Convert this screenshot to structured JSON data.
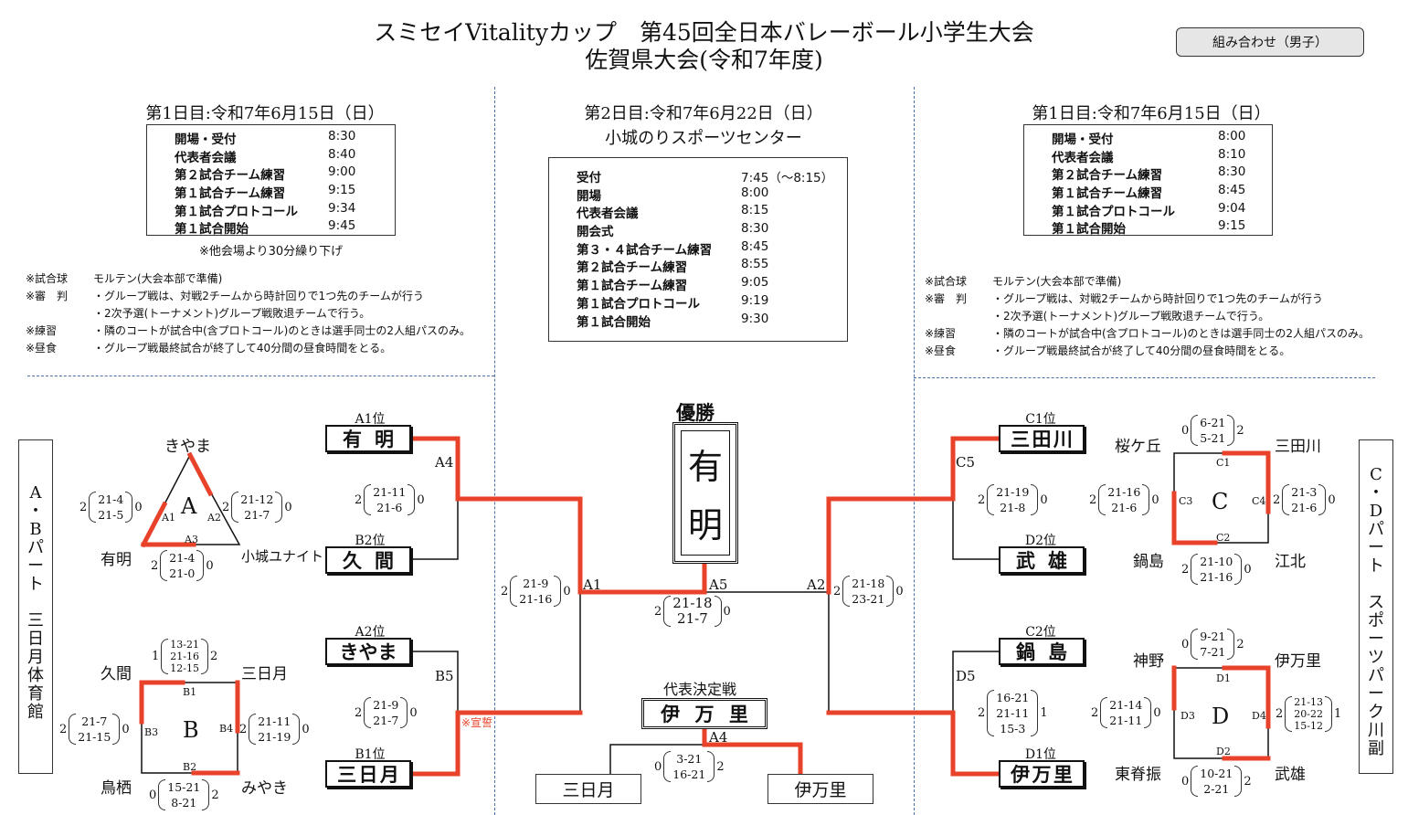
{
  "header": {
    "title_line1": "スミセイVitalityカップ　第45回全日本バレーボール小学生大会",
    "title_line2": "佐賀県大会(令和7年度)",
    "badge": "組み合わせ（男子）"
  },
  "left_day": {
    "heading": "第1日目:令和7年6月15日（日）",
    "schedule": [
      {
        "k": "開場・受付",
        "v": "8:30"
      },
      {
        "k": "代表者会議",
        "v": "8:40"
      },
      {
        "k": "第２試合チーム練習",
        "v": "9:00"
      },
      {
        "k": "第１試合チーム練習",
        "v": "9:15"
      },
      {
        "k": "第１試合プロトコール",
        "v": "9:34"
      },
      {
        "k": "第１試合開始",
        "v": "9:45"
      }
    ],
    "note": "※他会場より30分繰り下げ",
    "rules": [
      {
        "k": "※試合球",
        "v": "モルテン(大会本部で準備)"
      },
      {
        "k": "※審　判",
        "v": "・グループ戦は、対戦2チームから時計回りで1つ先のチームが行う"
      },
      {
        "k": "",
        "v": "・2次予選(トーナメント)グループ戦敗退チームで行う。"
      },
      {
        "k": "※練習",
        "v": "・隣のコートが試合中(含プロトコール)のときは選手同士の2人組パスのみ。"
      },
      {
        "k": "※昼食",
        "v": "・グループ戦最終試合が終了して40分間の昼食時間をとる。"
      }
    ]
  },
  "center_day": {
    "heading": "第2日目:令和7年6月22日（日）",
    "venue": "小城のりスポーツセンター",
    "schedule": [
      {
        "k": "受付",
        "v": "7:45（～8:15）"
      },
      {
        "k": "開場",
        "v": "8:00"
      },
      {
        "k": "代表者会議",
        "v": "8:15"
      },
      {
        "k": "開会式",
        "v": "8:30"
      },
      {
        "k": "第３・４試合チーム練習",
        "v": "8:45"
      },
      {
        "k": "第２試合チーム練習",
        "v": "8:55"
      },
      {
        "k": "第１試合チーム練習",
        "v": "9:05"
      },
      {
        "k": "第１試合プロトコール",
        "v": "9:19"
      },
      {
        "k": "第１試合開始",
        "v": "9:30"
      }
    ]
  },
  "right_day": {
    "heading": "第1日目:令和7年6月15日（日）",
    "schedule": [
      {
        "k": "開場・受付",
        "v": "8:00"
      },
      {
        "k": "代表者会議",
        "v": "8:10"
      },
      {
        "k": "第２試合チーム練習",
        "v": "8:30"
      },
      {
        "k": "第１試合チーム練習",
        "v": "8:45"
      },
      {
        "k": "第１試合プロトコール",
        "v": "9:04"
      },
      {
        "k": "第１試合開始",
        "v": "9:15"
      }
    ],
    "rules": [
      {
        "k": "※試合球",
        "v": "モルテン(大会本部で準備)"
      },
      {
        "k": "※審　判",
        "v": "・グループ戦は、対戦2チームから時計回りで1つ先のチームが行う"
      },
      {
        "k": "",
        "v": "・2次予選(トーナメント)グループ戦敗退チームで行う。"
      },
      {
        "k": "※練習",
        "v": "・隣のコートが試合中(含プロトコール)のときは選手同士の2人組パスのみ。"
      },
      {
        "k": "※昼食",
        "v": "・グループ戦最終試合が終了して40分間の昼食時間をとる。"
      }
    ]
  },
  "venues": {
    "left": [
      "A",
      "・",
      "B",
      "パ",
      "ー",
      "ト",
      "",
      "三",
      "日",
      "月",
      "体",
      "育",
      "館"
    ],
    "right": [
      "C",
      "・",
      "D",
      "パ",
      "ー",
      "ト",
      "",
      "ス",
      "ポ",
      "ー",
      "ツ",
      "パ",
      "ー",
      "ク",
      "川",
      "副"
    ]
  },
  "groupA": {
    "label": "A",
    "top": "きやま",
    "left": "有明",
    "right": "小城ユナイト",
    "a1": "A1",
    "a2": "A2",
    "a3": "A3",
    "s_left": {
      "l": "2",
      "sets": [
        "21-4",
        "21-5"
      ],
      "r": "0"
    },
    "s_right": {
      "l": "2",
      "sets": [
        "21-12",
        "21-7"
      ],
      "r": "0"
    },
    "s_bottom": {
      "l": "2",
      "sets": [
        "21-4",
        "21-0"
      ],
      "r": "0"
    }
  },
  "groupB": {
    "label": "B",
    "tl": "久間",
    "tr": "三日月",
    "bl": "鳥栖",
    "br": "みやき",
    "b1": "B1",
    "b2": "B2",
    "b3": "B3",
    "b4": "B4",
    "s_top": {
      "l": "1",
      "sets": [
        "13-21",
        "21-16",
        "12-15"
      ],
      "r": "2"
    },
    "s_left": {
      "l": "2",
      "sets": [
        "21-7",
        "21-15"
      ],
      "r": "0"
    },
    "s_right": {
      "l": "2",
      "sets": [
        "21-11",
        "21-19"
      ],
      "r": "0"
    },
    "s_bottom": {
      "l": "0",
      "sets": [
        "15-21",
        "8-21"
      ],
      "r": "2"
    }
  },
  "groupC": {
    "label": "C",
    "tl": "桜ケ丘",
    "tr": "三田川",
    "bl": "鍋島",
    "br": "江北",
    "c1": "C1",
    "c2": "C2",
    "c3": "C3",
    "c4": "C4",
    "s_top": {
      "l": "0",
      "sets": [
        "6-21",
        "5-21"
      ],
      "r": "2"
    },
    "s_left": {
      "l": "2",
      "sets": [
        "21-16",
        "21-6"
      ],
      "r": "0"
    },
    "s_right": {
      "l": "2",
      "sets": [
        "21-3",
        "21-6"
      ],
      "r": "0"
    },
    "s_bottom": {
      "l": "2",
      "sets": [
        "21-10",
        "21-16"
      ],
      "r": "0"
    }
  },
  "groupD": {
    "label": "D",
    "tl": "神野",
    "tr": "伊万里",
    "bl": "東脊振",
    "br": "武雄",
    "d1": "D1",
    "d2": "D2",
    "d3": "D3",
    "d4": "D4",
    "s_top": {
      "l": "0",
      "sets": [
        "9-21",
        "7-21"
      ],
      "r": "2"
    },
    "s_left": {
      "l": "2",
      "sets": [
        "21-14",
        "21-11"
      ],
      "r": "0"
    },
    "s_right": {
      "l": "2",
      "sets": [
        "21-13",
        "20-22",
        "15-12"
      ],
      "r": "1"
    },
    "s_bottom": {
      "l": "0",
      "sets": [
        "10-21",
        "2-21"
      ],
      "r": "2"
    }
  },
  "bracket": {
    "a1rank": "A1位",
    "a1team": [
      "有",
      "明"
    ],
    "b2rank": "B2位",
    "b2team": [
      "久",
      "間"
    ],
    "a2rank": "A2位",
    "a2team": [
      "きやま"
    ],
    "b1rank": "B1位",
    "b1team": [
      "三",
      "日",
      "月"
    ],
    "c1rank": "C1位",
    "c1team": [
      "三",
      "田",
      "川"
    ],
    "d2rank": "D2位",
    "d2team": [
      "武",
      "雄"
    ],
    "c2rank": "C2位",
    "c2team": [
      "鍋",
      "島"
    ],
    "d1rank": "D1位",
    "d1team": [
      "伊",
      "万",
      "里"
    ],
    "m_a4": "A4",
    "m_b5": "B5",
    "m_c5": "C5",
    "m_d5": "D5",
    "m_a1": "A1",
    "m_a2": "A2",
    "m_a5": "A5",
    "m_a4b": "A4",
    "s_a4": {
      "l": "2",
      "sets": [
        "21-11",
        "21-6"
      ],
      "r": "0"
    },
    "s_b5": {
      "l": "2",
      "sets": [
        "21-9",
        "21-7"
      ],
      "r": "0"
    },
    "s_c5": {
      "l": "2",
      "sets": [
        "21-19",
        "21-8"
      ],
      "r": "0"
    },
    "s_d5": {
      "l": "2",
      "sets": [
        "16-21",
        "21-11",
        "15-3"
      ],
      "r": "1"
    },
    "s_a1": {
      "l": "2",
      "sets": [
        "21-9",
        "21-16"
      ],
      "r": "0"
    },
    "s_a2": {
      "l": "2",
      "sets": [
        "21-18",
        "23-21"
      ],
      "r": "0"
    },
    "s_final": {
      "l": "2",
      "sets": [
        "21-18",
        "21-7"
      ],
      "r": "0"
    },
    "s_rep": {
      "l": "0",
      "sets": [
        "3-21",
        "16-21"
      ],
      "r": "2"
    },
    "referee_note": "※宣誓",
    "champion_label": "優勝",
    "champion": [
      "有",
      "明"
    ],
    "rep_label": "代表決定戦",
    "rep_winner": [
      "伊",
      "万",
      "里"
    ],
    "rep_left": "三日月",
    "rep_right": "伊万里"
  }
}
